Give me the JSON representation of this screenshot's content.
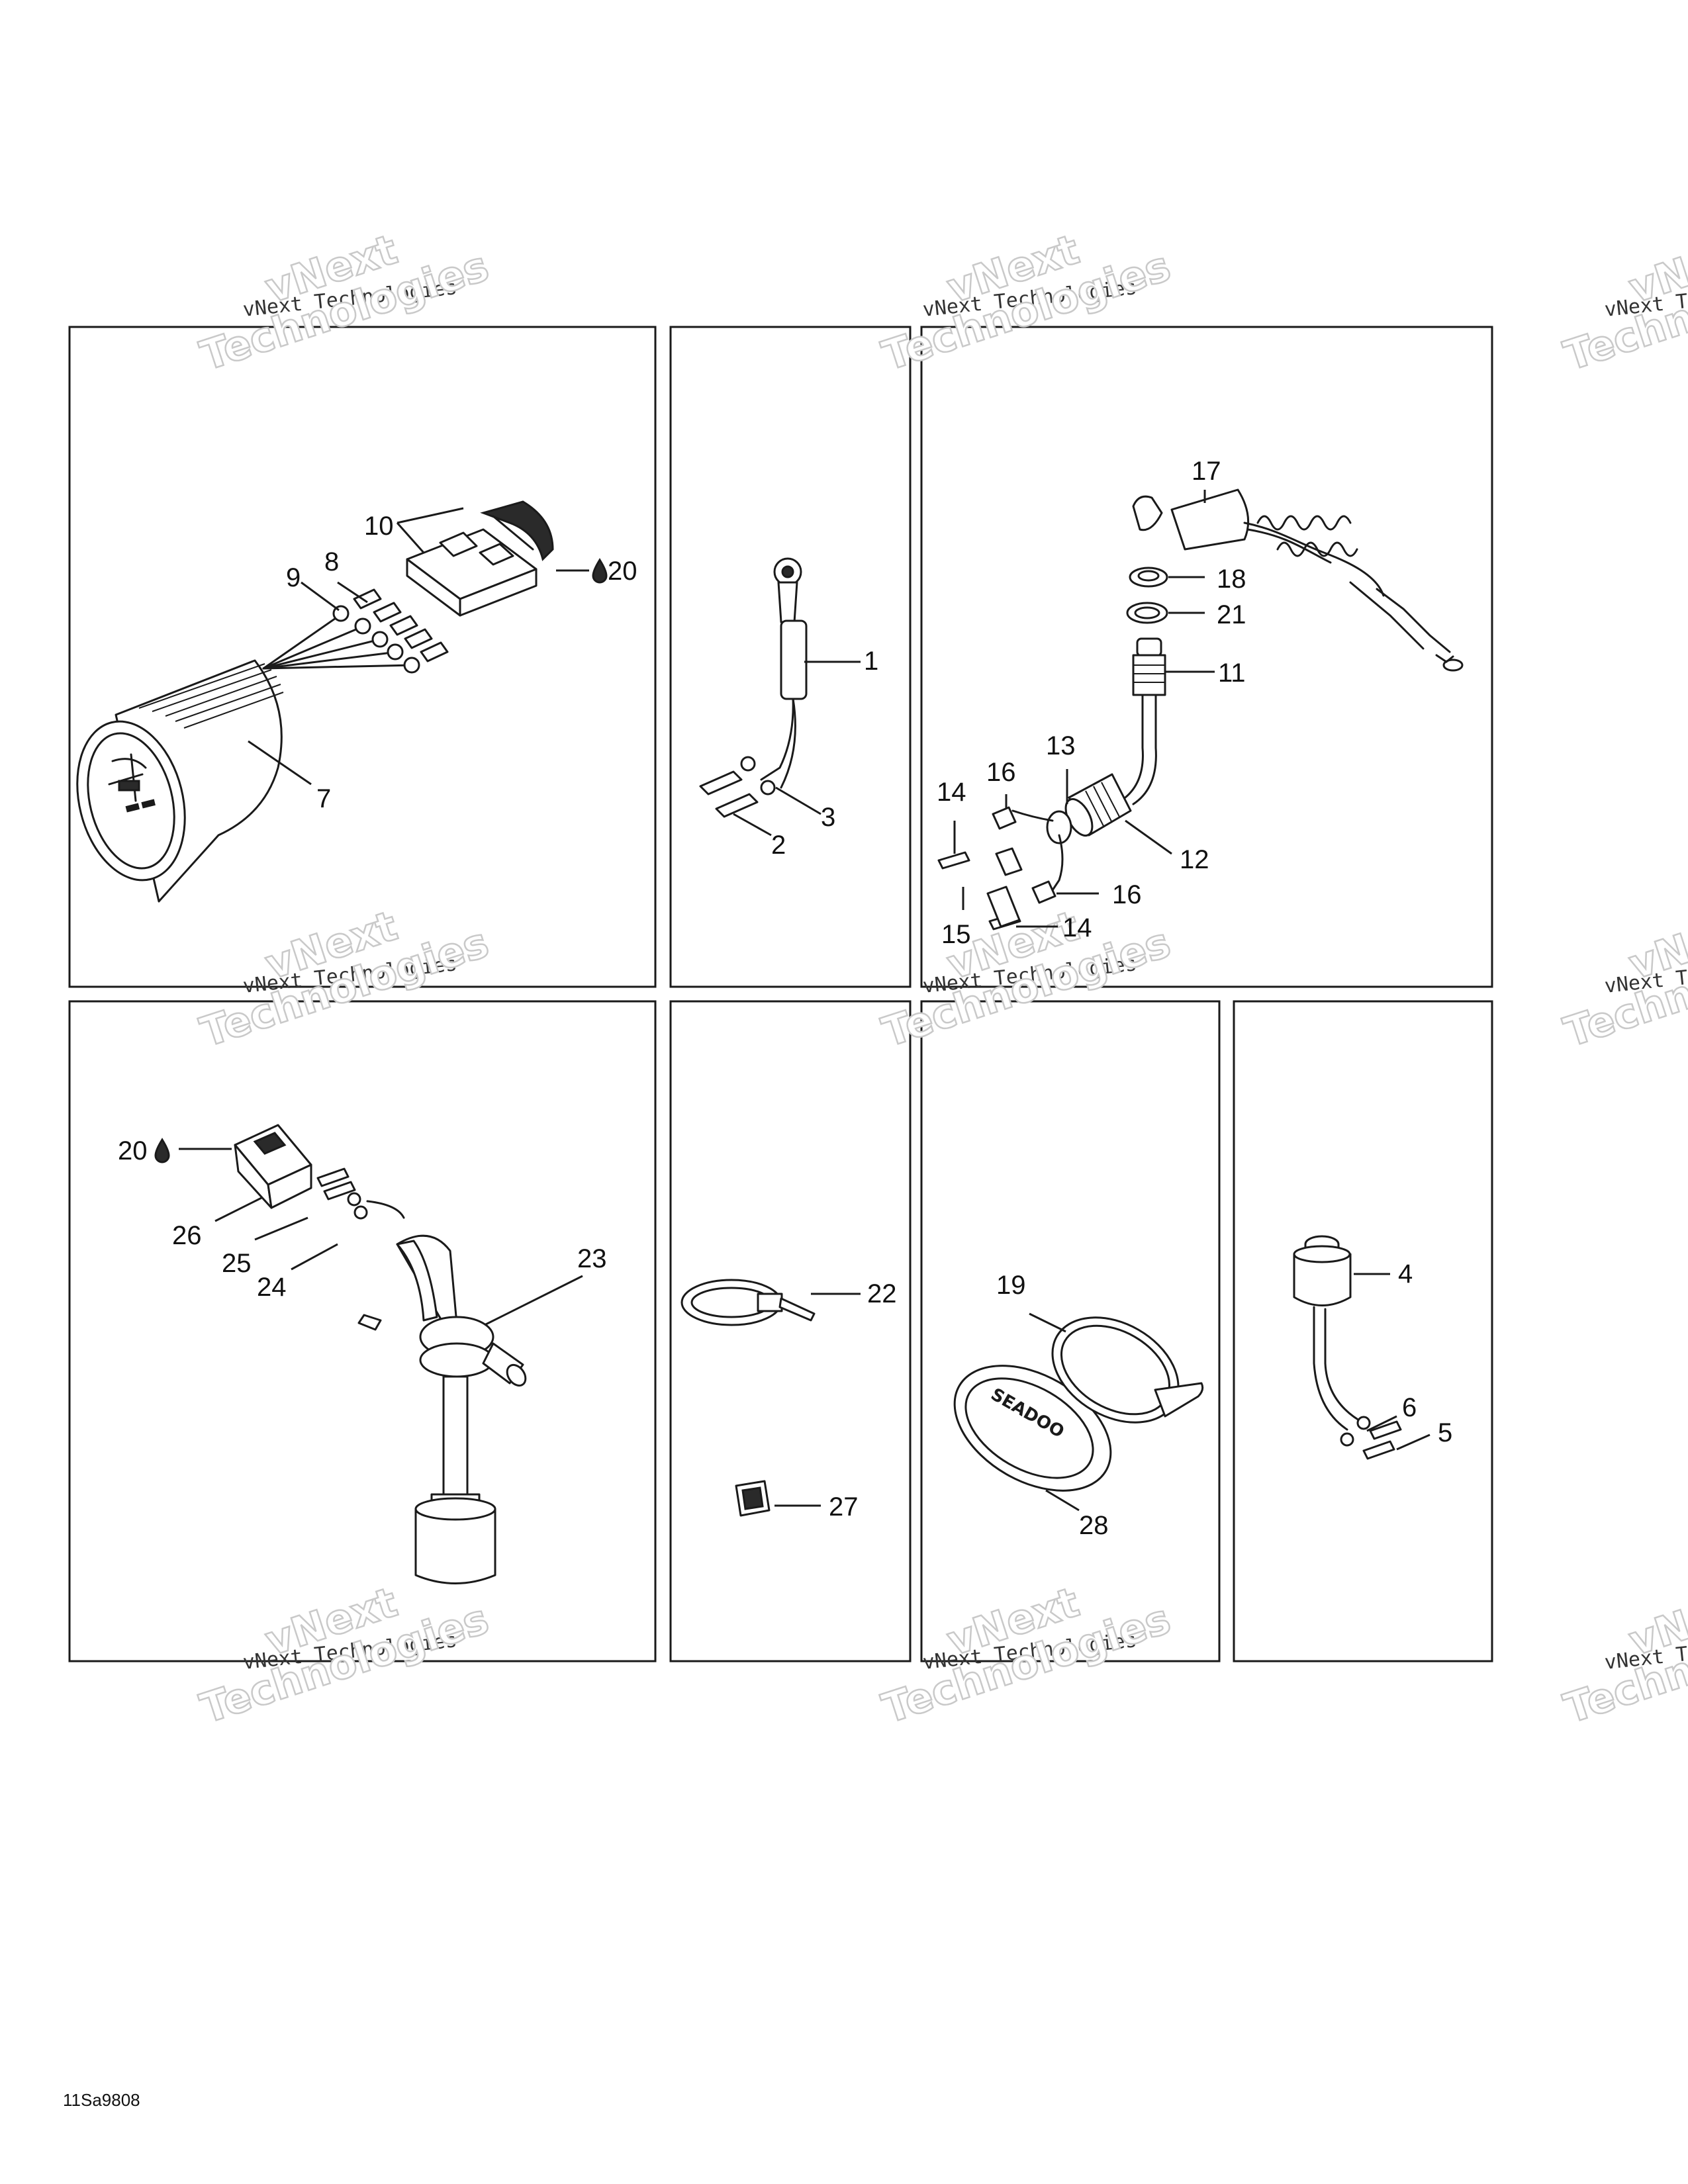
{
  "watermark": {
    "line1": "vNext Technologies",
    "big_a": "vNext",
    "big_b": "Technologies"
  },
  "figure_code": "11Sa9808",
  "callouts": {
    "c1": "1",
    "c2": "2",
    "c3": "3",
    "c4": "4",
    "c5": "5",
    "c6": "6",
    "c7": "7",
    "c8": "8",
    "c9": "9",
    "c10": "10",
    "c11": "11",
    "c12": "12",
    "c13": "13",
    "c14a": "14",
    "c14b": "14",
    "c15": "15",
    "c16a": "16",
    "c16b": "16",
    "c17": "17",
    "c18": "18",
    "c19": "19",
    "c20a": "20",
    "c20b": "20",
    "c21": "21",
    "c22": "22",
    "c23": "23",
    "c24": "24",
    "c25": "25",
    "c26": "26",
    "c27": "27",
    "c28": "28"
  },
  "logo_text": "SEADOO",
  "icons": {
    "lubricant": "oil-drop-icon"
  }
}
